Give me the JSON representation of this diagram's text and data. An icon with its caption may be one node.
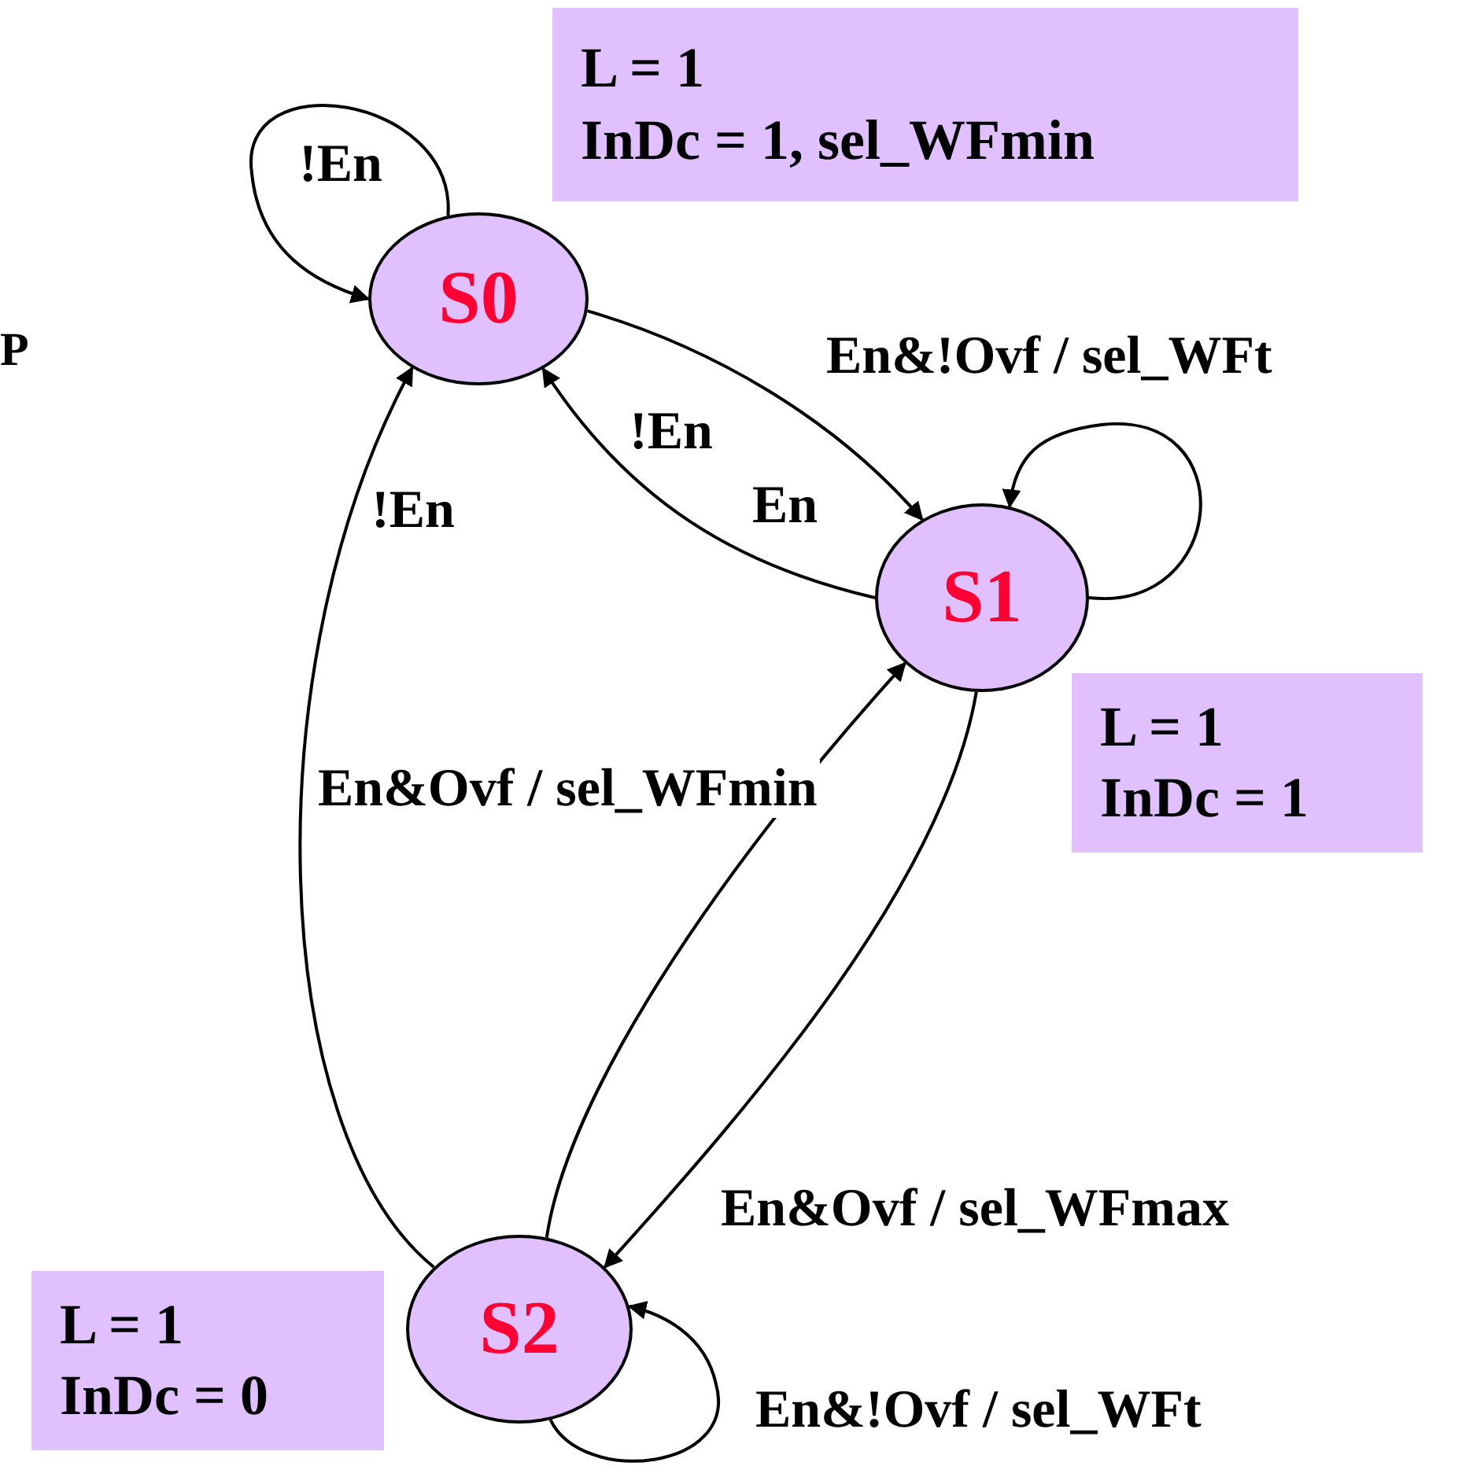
{
  "diagram": {
    "nodes": [
      {
        "text": [
          "S0"
        ]
      },
      {
        "text": [
          "S1"
        ]
      },
      {
        "text": [
          "S2"
        ]
      },
      {
        "text": [
          "L = 1",
          "InDc = 1, sel_WFmin"
        ]
      },
      {
        "text": [
          "L = 1",
          "InDc = 1"
        ]
      },
      {
        "text": [
          "L = 1",
          "InDc = 0"
        ]
      }
    ],
    "edges": [
      {
        "from": 0,
        "to": 0,
        "arrow": "to",
        "label": "!En"
      },
      {
        "from": 0,
        "to": 1,
        "arrow": "to",
        "label": "En"
      },
      {
        "from": 1,
        "to": 0,
        "arrow": "to",
        "label": "!En"
      },
      {
        "from": 1,
        "to": 1,
        "arrow": "to",
        "label": "En&!Ovf / sel_WFt"
      },
      {
        "from": 2,
        "to": 0,
        "arrow": "to",
        "label": "!En"
      },
      {
        "from": 2,
        "to": 1,
        "arrow": "to",
        "label": "En&Ovf / sel_WFmin"
      },
      {
        "from": 1,
        "to": 2,
        "arrow": "to",
        "label": "En&Ovf / sel_WFmax"
      },
      {
        "from": 2,
        "to": 2,
        "arrow": "to",
        "label": "En&!Ovf / sel_WFt"
      }
    ],
    "labels": [
      "P"
    ]
  }
}
